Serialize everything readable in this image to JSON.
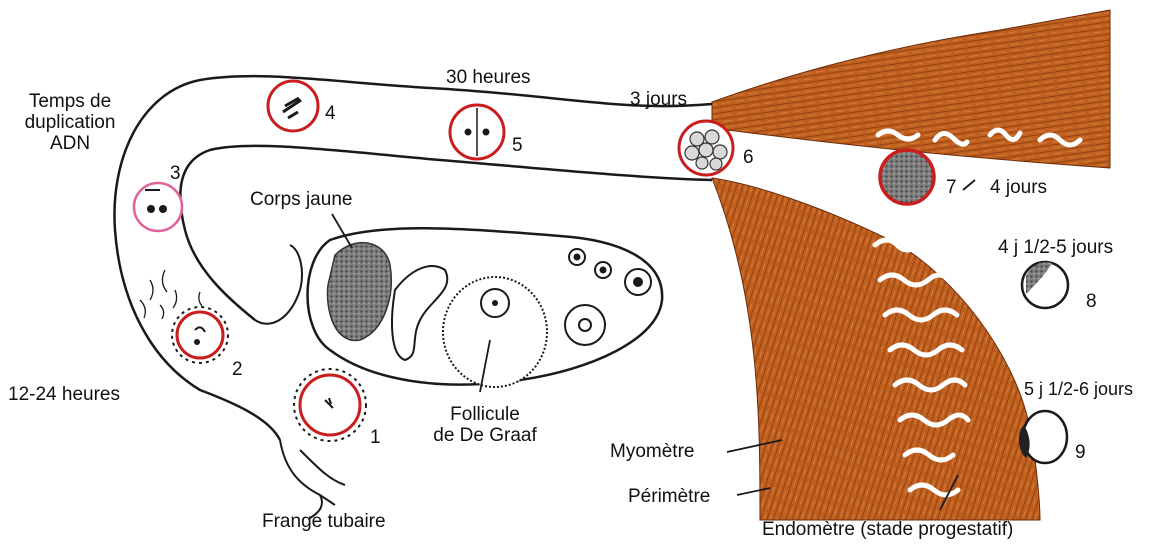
{
  "labels": {
    "dna_line1": "Temps de",
    "dna_line2": "duplication",
    "dna_line3": "ADN",
    "h30": "30 heures",
    "d3": "3 jours",
    "d4": "4 jours",
    "d45": "4 j 1/2-5 jours",
    "d556": "5 j 1/2-6 jours",
    "h1224": "12-24 heures",
    "corps_jaune": "Corps jaune",
    "follicule_l1": "Follicule",
    "follicule_l2": "de De Graaf",
    "myometre": "Myomètre",
    "perimetre": "Périmètre",
    "endometre": "Endomètre (stade progestatif)",
    "frange": "Frange tubaire"
  },
  "stages": [
    "1",
    "2",
    "3",
    "4",
    "5",
    "6",
    "7",
    "8",
    "9"
  ],
  "colors": {
    "uterus": "#c0601f",
    "uterus_dark": "#8a3a10",
    "outline": "#1a1a1a",
    "highlight_ring": "#c81e1e"
  }
}
